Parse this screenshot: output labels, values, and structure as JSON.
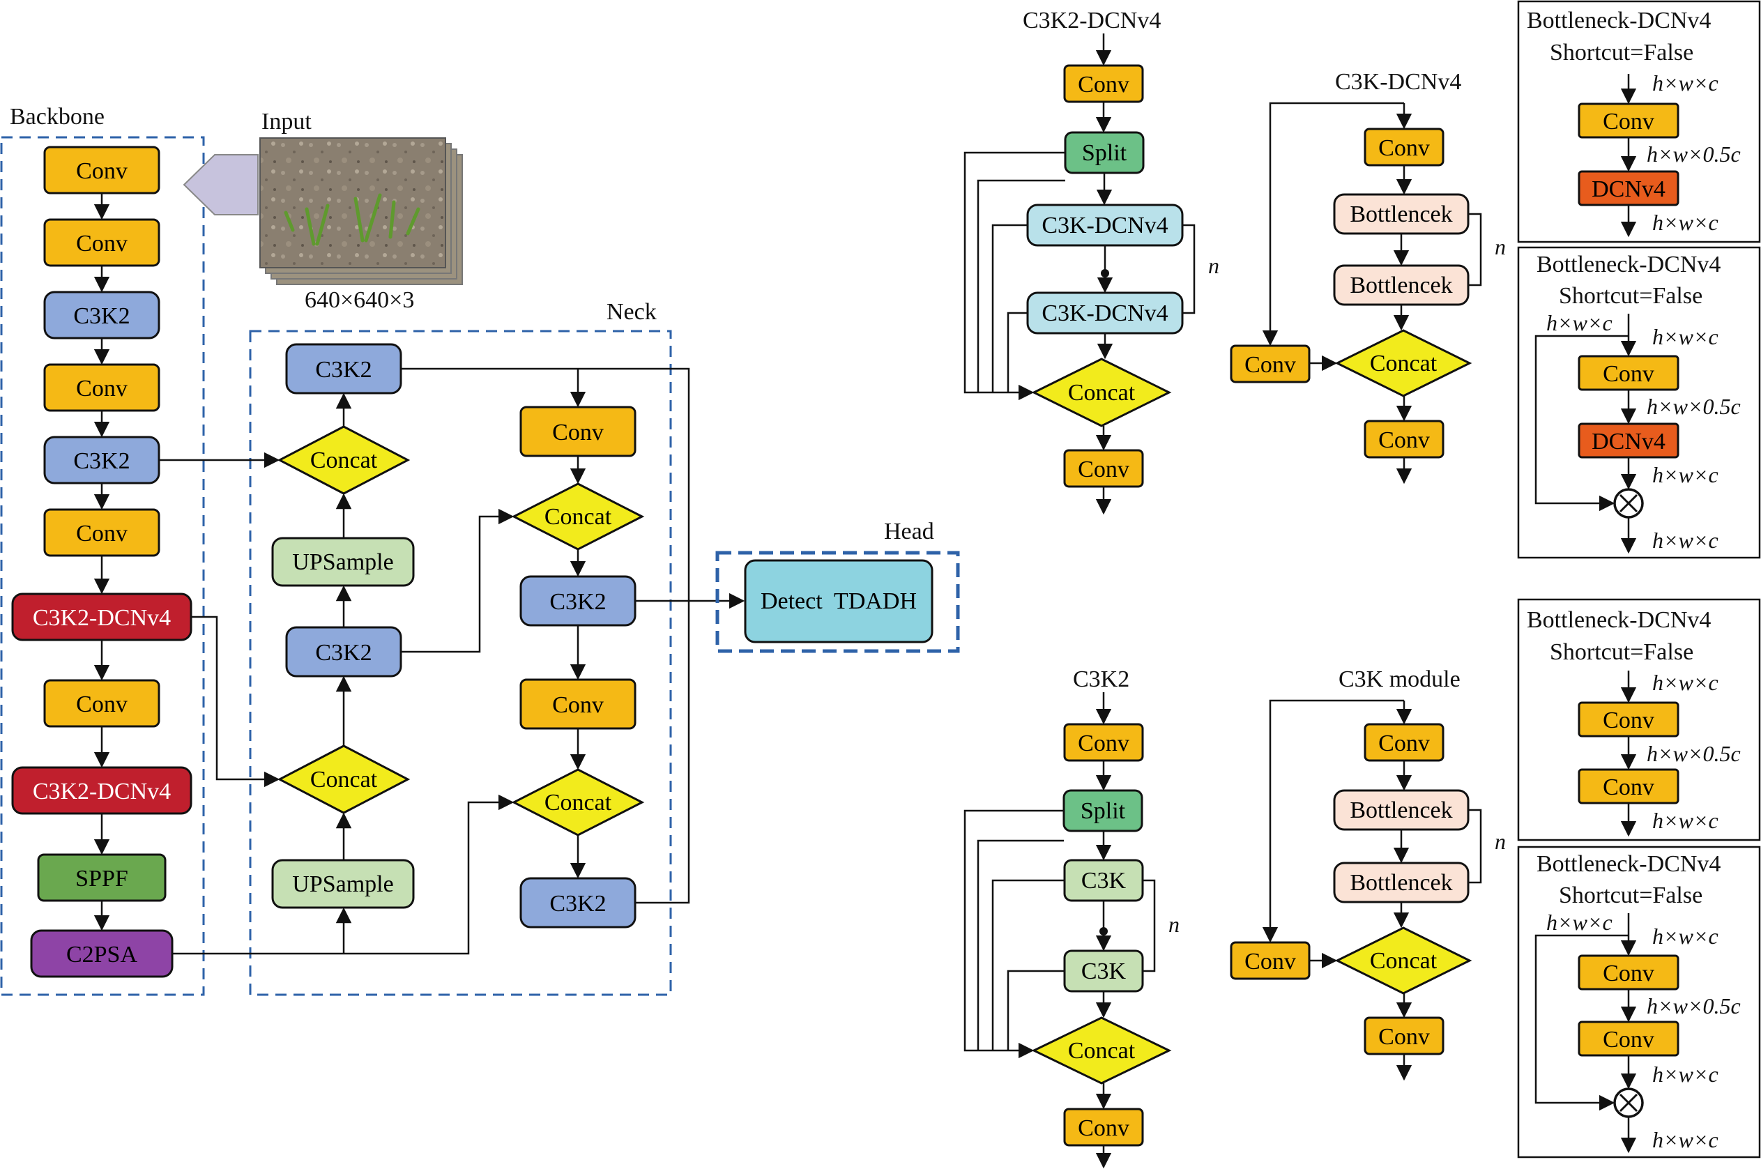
{
  "backbone": {
    "title": "Backbone",
    "nodes": [
      "Conv",
      "Conv",
      "C3K2",
      "Conv",
      "C3K2",
      "Conv",
      "C3K2-DCNv4",
      "Conv",
      "C3K2-DCNv4",
      "SPPF",
      "C2PSA"
    ]
  },
  "input": {
    "title": "Input",
    "size": "640×640×3"
  },
  "neck": {
    "title": "Neck",
    "left": {
      "c3k2_top": "C3K2",
      "concat1": "Concat",
      "upsample1": "UPSample",
      "c3k2_mid": "C3K2",
      "concat2": "Concat",
      "upsample2": "UPSample"
    },
    "right": {
      "conv1": "Conv",
      "concat3": "Concat",
      "c3k2_a": "C3K2",
      "conv2": "Conv",
      "concat4": "Concat",
      "c3k2_b": "C3K2"
    }
  },
  "head": {
    "title": "Head",
    "detect": "Detect  TDADH"
  },
  "c3k2_dcnv4_block": {
    "title": "C3K2-DCNv4",
    "conv_in": "Conv",
    "split": "Split",
    "m1": "C3K-DCNv4",
    "m2": "C3K-DCNv4",
    "concat": "Concat",
    "conv_out": "Conv",
    "n": "n"
  },
  "c3k_dcnv4_block": {
    "title": "C3K-DCNv4",
    "conv_top": "Conv",
    "b1": "Bottlencek",
    "b2": "Bottlencek",
    "conv_side": "Conv",
    "concat": "Concat",
    "conv_out": "Conv",
    "n": "n"
  },
  "c3k2_block": {
    "title": "C3K2",
    "conv_in": "Conv",
    "split": "Split",
    "m1": "C3K",
    "m2": "C3K",
    "concat": "Concat",
    "conv_out": "Conv",
    "n": "n"
  },
  "c3k_module_block": {
    "title": "C3K module",
    "conv_top": "Conv",
    "b1": "Bottlencek",
    "b2": "Bottlencek",
    "conv_side": "Conv",
    "concat": "Concat",
    "conv_out": "Conv",
    "n": "n"
  },
  "bottleneck_panels": [
    {
      "title": "Bottleneck-DCNv4",
      "shortcut": "Shortcut=False",
      "dim_in": "h×w×c",
      "op1": "Conv",
      "dim_mid": "h×w×0.5c",
      "op2": "DCNv4",
      "dim_out": "h×w×c"
    },
    {
      "title": "Bottleneck-DCNv4",
      "shortcut": "Shortcut=False",
      "dim_side": "h×w×c",
      "dim_in": "h×w×c",
      "op1": "Conv",
      "dim_mid": "h×w×0.5c",
      "op2": "DCNv4",
      "dim_add": "h×w×c",
      "dim_out": "h×w×c"
    },
    {
      "title": "Bottleneck-DCNv4",
      "shortcut": "Shortcut=False",
      "dim_in": "h×w×c",
      "op1": "Conv",
      "dim_mid": "h×w×0.5c",
      "op2": "Conv",
      "dim_out": "h×w×c"
    },
    {
      "title": "Bottleneck-DCNv4",
      "shortcut": "Shortcut=False",
      "dim_side": "h×w×c",
      "dim_in": "h×w×c",
      "op1": "Conv",
      "dim_mid": "h×w×0.5c",
      "op2": "Conv",
      "dim_add": "h×w×c",
      "dim_out": "h×w×c"
    }
  ],
  "colors": {
    "conv": "#F5B915",
    "c3k2": "#8EA9DB",
    "dcn_block": "#C01F2D",
    "sppf": "#6AA84F",
    "c2psa": "#8E44A6",
    "concat": "#F2EB1C",
    "upsample": "#C6E0B4",
    "detect": "#8DD3E0",
    "split": "#6CC187",
    "c3k_dcnv4": "#B9E1EA",
    "bottleneck": "#FBE3D6",
    "c3k": "#C6E0B4",
    "dcnv4": "#E85C1D",
    "frame_dash": "#2E62A8"
  }
}
